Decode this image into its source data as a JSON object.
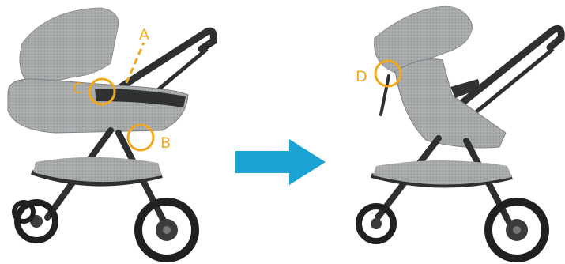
{
  "colors": {
    "callout": "#f3a81b",
    "arrow": "#1ba3d4",
    "fabric": "#a9abac",
    "fabric_dark": "#7d8082",
    "frame": "#2d2f31",
    "tire": "#1f2022"
  },
  "callouts": [
    {
      "id": "A",
      "label": "A"
    },
    {
      "id": "B",
      "label": "B"
    },
    {
      "id": "C",
      "label": "C"
    },
    {
      "id": "D",
      "label": "D"
    }
  ],
  "illustrations": {
    "left": "stroller-with-carrycot",
    "right": "stroller-with-seat-unit"
  },
  "transition_icon": "arrow-right-icon"
}
